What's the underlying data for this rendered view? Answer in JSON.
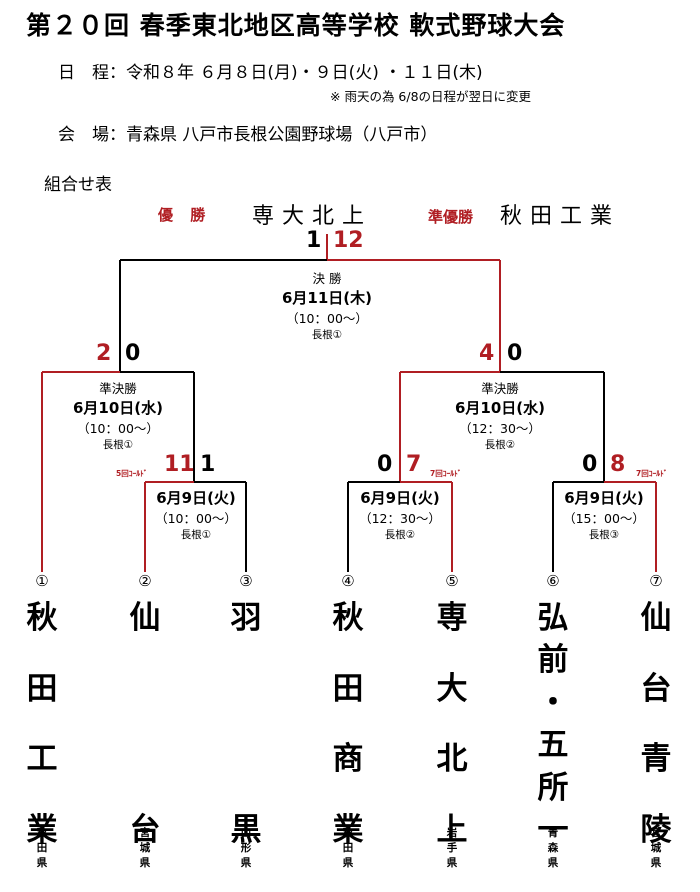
{
  "header": {
    "title": "第２０回 春季東北地区高等学校 軟式野球大会",
    "schedule_label": "日　程：",
    "schedule_value": "令和８年 ６月８日(月)・９日(火) ・１１日(木)",
    "note": "※ 雨天の為 6/8の日程が翌日に変更",
    "venue_label": "会　場：",
    "venue_value": "青森県 八戸市長根公園野球場（八戸市）",
    "bracket_caption": "組合せ表"
  },
  "result": {
    "champion_label": "優 勝",
    "champion": "専大北上",
    "runner_up_label": "準優勝",
    "runner_up": "秋田工業"
  },
  "games": {
    "final": {
      "round": "決 勝",
      "date": "6月11日(木)",
      "time": "（10：00～）",
      "venue": "長根①",
      "score_left": "1",
      "score_right": "12"
    },
    "semi1": {
      "round": "準決勝",
      "date": "6月10日(水)",
      "time": "（10：00～）",
      "venue": "長根①",
      "score_left": "2",
      "score_right": "0"
    },
    "semi2": {
      "round": "準決勝",
      "date": "6月10日(水)",
      "time": "（12：30～）",
      "venue": "長根②",
      "score_left": "4",
      "score_right": "0"
    },
    "qf1": {
      "date": "6月9日(火)",
      "time": "（10：00～）",
      "venue": "長根①",
      "score_left": "11",
      "score_right": "1",
      "note": "5回ｺｰﾙﾄﾞ"
    },
    "qf2": {
      "date": "6月9日(火)",
      "time": "（12：30～）",
      "venue": "長根②",
      "score_left": "0",
      "score_right": "7",
      "note": "7回ｺｰﾙﾄﾞ"
    },
    "qf3": {
      "date": "6月9日(火)",
      "time": "（15：00～）",
      "venue": "長根③",
      "score_left": "0",
      "score_right": "8",
      "note": "7回ｺｰﾙﾄﾞ"
    }
  },
  "teams": [
    {
      "num": "①",
      "chars": [
        "秋",
        "田",
        "工",
        "業"
      ],
      "pref": [
        "秋",
        "田",
        "県"
      ]
    },
    {
      "num": "②",
      "chars": [
        "仙",
        "",
        "",
        "台"
      ],
      "pref": [
        "宮",
        "城",
        "県"
      ]
    },
    {
      "num": "③",
      "chars": [
        "羽",
        "",
        "",
        "黒"
      ],
      "pref": [
        "山",
        "形",
        "県"
      ]
    },
    {
      "num": "④",
      "chars": [
        "秋",
        "田",
        "商",
        "業"
      ],
      "pref": [
        "秋",
        "田",
        "県"
      ]
    },
    {
      "num": "⑤",
      "chars": [
        "専",
        "大",
        "北",
        "上"
      ],
      "pref": [
        "岩",
        "手",
        "県"
      ]
    },
    {
      "num": "⑥",
      "chars": [
        "弘",
        "前",
        "・",
        "五",
        "所",
        "一"
      ],
      "pref": [
        "青",
        "森",
        "県"
      ]
    },
    {
      "num": "⑦",
      "chars": [
        "仙",
        "台",
        "青",
        "陵"
      ],
      "pref": [
        "宮",
        "城",
        "県"
      ]
    }
  ],
  "colors": {
    "winner_line": "#b01e23",
    "loser_line": "#000000"
  }
}
